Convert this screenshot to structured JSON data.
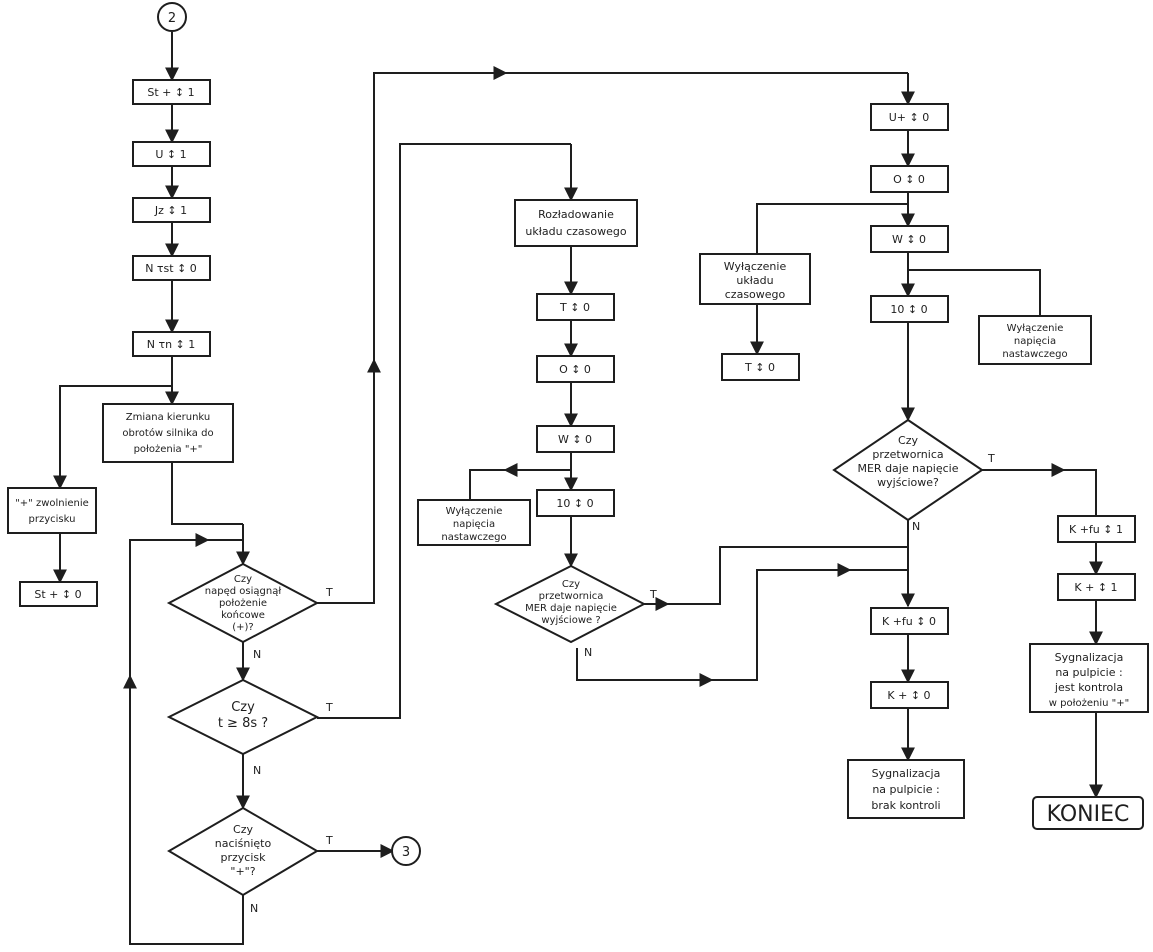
{
  "diagram": {
    "start_connector": "2",
    "exit_connector": "3",
    "col1": {
      "st_plus_1": "St + ↕ 1",
      "u_1": "U ↕ 1",
      "jz_1": "Jz ↕ 1",
      "n_st_0": "N τst ↕ 0",
      "n_tn_1": "N τn ↕ 1",
      "zmiana": [
        "Zmiana kierunku",
        "obrotów silnika do",
        "położenia \"+\""
      ],
      "zwolnienie": [
        "\"+\" zwolnienie",
        "przycisku"
      ],
      "st_plus_0": "St + ↕ 0"
    },
    "decisions": {
      "d1": [
        "Czy",
        "napęd osiągnął",
        "położenie",
        "końcowe",
        "(+)?"
      ],
      "d2": [
        "Czy",
        "t ≥ 8s ?"
      ],
      "d3": [
        "Czy",
        "naciśnięto",
        "przycisk",
        "\"+\"?"
      ],
      "d4": [
        "Czy",
        "przetwornica",
        "MER daje napięcie",
        "wyjściowe ?"
      ],
      "d5": [
        "Czy",
        "przetwornica",
        "MER daje napięcie",
        "wyjściowe?"
      ]
    },
    "branch": {
      "yes": "T",
      "no": "N"
    },
    "col2": {
      "rozladowanie": [
        "Rozładowanie",
        "układu czasowego"
      ],
      "t_0": "T ↕ 0",
      "o_0": "O ↕ 0",
      "w_0": "W ↕ 0",
      "ten_0": "10 ↕ 0",
      "wylaczenie_nap": [
        "Wyłączenie",
        "napięcia",
        "nastawczego"
      ]
    },
    "col3": {
      "u_rev_0": "U+ ↕ 0",
      "o_0": "O ↕ 0",
      "w_0": "W ↕ 0",
      "wylaczenie_ukl": [
        "Wyłączenie",
        "układu",
        "czasowego"
      ],
      "t_0": "T ↕ 0",
      "ten_0": "10 ↕ 0",
      "wylaczenie_nap": [
        "Wyłączenie",
        "napięcia",
        "nastawczego"
      ],
      "k_plus_f_0": "K +fu ↕ 0",
      "k_plus_0": "K + ↕ 0",
      "sygn_brak": [
        "Sygnalizacja",
        "na pulpicie :",
        "brak kontroli"
      ]
    },
    "col4": {
      "k_plus_f_1": "K +fu ↕ 1",
      "k_plus_1": "K + ↕ 1",
      "sygn_jest": [
        "Sygnalizacja",
        "na pulpicie :",
        "jest kontrola",
        "w położeniu \"+\""
      ],
      "koniec": "KONIEC"
    }
  }
}
